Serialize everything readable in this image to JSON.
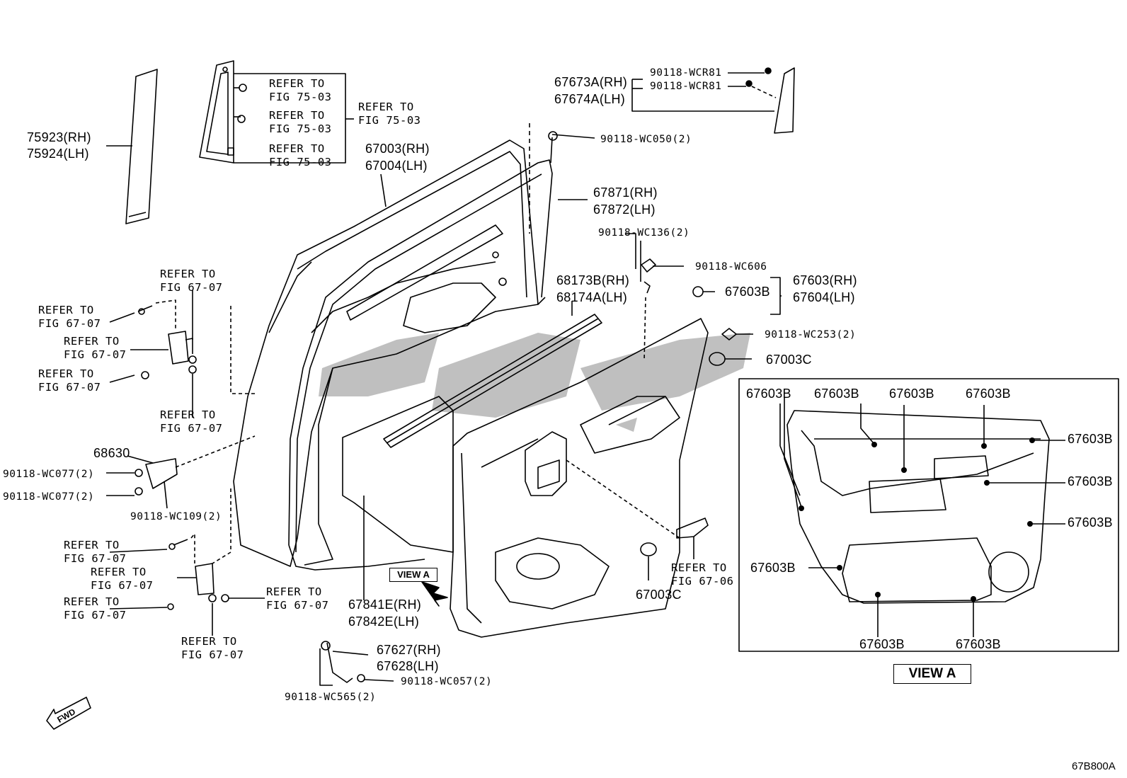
{
  "diagram_code": "67B800A",
  "fwd_label": "FWD",
  "view_a": "VIEW A",
  "labels": {
    "p75923": "75923(RH)",
    "p75924": "75924(LH)",
    "ref75_1a": "REFER TO",
    "ref75_1b": "FIG 75-03",
    "ref75_2a": "REFER TO",
    "ref75_2b": "FIG 75-03",
    "ref75_3a": "REFER TO",
    "ref75_3b": "FIG 75-03",
    "ref75_ga": "REFER TO",
    "ref75_gb": "FIG 75-03",
    "p67003": "67003(RH)",
    "p67004": "67004(LH)",
    "p67871": "67871(RH)",
    "p67872": "67872(LH)",
    "p67673": "67673A(RH)",
    "p67674": "67674A(LH)",
    "wcr81a": "90118-WCR81",
    "wcr81b": "90118-WCR81",
    "wc050": "90118-WC050(2)",
    "wc136": "90118-WC136(2)",
    "wc606": "90118-WC606",
    "p67603t": "67603B",
    "p67603rh": "67603(RH)",
    "p67604lh": "67604(LH)",
    "p68173": "68173B(RH)",
    "p68174": "68174A(LH)",
    "wc253": "90118-WC253(2)",
    "p67003c_a": "67003C",
    "p67003c_b": "67003C",
    "refup_a": "REFER TO",
    "refup_b": "FIG 67-07",
    "ref1a": "REFER TO",
    "ref1b": "FIG 67-07",
    "ref2a": "REFER TO",
    "ref2b": "FIG 67-07",
    "ref3a": "REFER TO",
    "ref3b": "FIG 67-07",
    "ref4a": "REFER TO",
    "ref4b": "FIG 67-07",
    "p68630": "68630",
    "wc077a": "90118-WC077(2)",
    "wc077b": "90118-WC077(2)",
    "wc109": "90118-WC109(2)",
    "ref5a": "REFER TO",
    "ref5b": "FIG 67-07",
    "ref6a": "REFER TO",
    "ref6b": "FIG 67-07",
    "ref7a": "REFER TO",
    "ref7b": "FIG 67-07",
    "ref8a": "REFER TO",
    "ref8b": "FIG 67-07",
    "ref9a": "REFER TO",
    "ref9b": "FIG 67-07",
    "ref0606a": "REFER TO",
    "ref0606b": "FIG 67-06",
    "p67841": "67841E(RH)",
    "p67842": "67842E(LH)",
    "p67627": "67627(RH)",
    "p67628": "67628(LH)",
    "wc565": "90118-WC565(2)",
    "wc057": "90118-WC057(2)",
    "vA1": "67603B",
    "vA2": "67603B",
    "vA3": "67603B",
    "vA4": "67603B",
    "vA5": "67603B",
    "vA6": "67603B",
    "vA7": "67603B",
    "vA8": "67603B",
    "vA9": "67603B",
    "vA10": "67603B"
  }
}
